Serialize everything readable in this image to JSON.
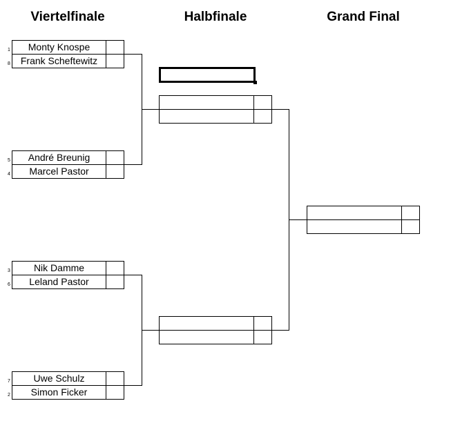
{
  "headers": {
    "quarterfinal": "Viertelfinale",
    "semifinal": "Halbfinale",
    "final": "Grand Final"
  },
  "quarterfinals": [
    {
      "top": {
        "seed": "1",
        "name": "Monty Knospe",
        "score": ""
      },
      "bottom": {
        "seed": "8",
        "name": "Frank Scheftewitz",
        "score": ""
      }
    },
    {
      "top": {
        "seed": "5",
        "name": "André Breunig",
        "score": ""
      },
      "bottom": {
        "seed": "4",
        "name": "Marcel Pastor",
        "score": ""
      }
    },
    {
      "top": {
        "seed": "3",
        "name": "Nik Damme",
        "score": ""
      },
      "bottom": {
        "seed": "6",
        "name": "Leland Pastor",
        "score": ""
      }
    },
    {
      "top": {
        "seed": "7",
        "name": "Uwe Schulz",
        "score": ""
      },
      "bottom": {
        "seed": "2",
        "name": "Simon Ficker",
        "score": ""
      }
    }
  ],
  "semifinals": [
    {
      "top": {
        "name": "",
        "score": ""
      },
      "bottom": {
        "name": "",
        "score": ""
      }
    },
    {
      "top": {
        "name": "",
        "score": ""
      },
      "bottom": {
        "name": "",
        "score": ""
      }
    }
  ],
  "final": {
    "top": {
      "name": "",
      "score": ""
    },
    "bottom": {
      "name": "",
      "score": ""
    }
  },
  "selected_cell_value": ""
}
